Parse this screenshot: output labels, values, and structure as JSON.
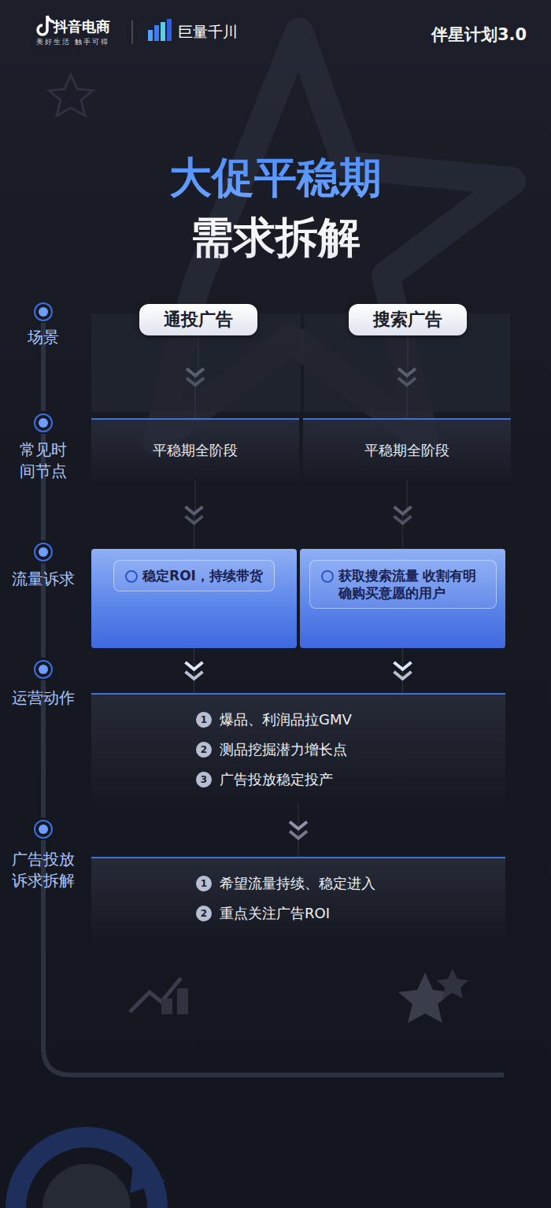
{
  "diagram": {
    "title": "大促平稳期 需求拆解",
    "nodes": [
      {
        "text": [
          "通投广告"
        ]
      },
      {
        "text": [
          "搜索广告"
        ]
      },
      {
        "text": [
          "平稳期全阶段"
        ]
      },
      {
        "text": [
          "平稳期全阶段"
        ]
      },
      {
        "text": [
          "稳定ROI，持续带货"
        ]
      },
      {
        "text": [
          "获取搜索流量 收割有明确购买意愿的用户"
        ]
      },
      {
        "text": [
          "爆品、利润品拉GMV",
          "测品挖掘潜力增长点",
          "广告投放稳定投产"
        ]
      },
      {
        "text": [
          "希望流量持续、稳定进入",
          "重点关注广告ROI"
        ]
      }
    ],
    "edges": [
      {
        "from": 0,
        "to": 2,
        "arrow": "to"
      },
      {
        "from": 1,
        "to": 3,
        "arrow": "to"
      },
      {
        "from": 2,
        "to": 4,
        "arrow": "to"
      },
      {
        "from": 3,
        "to": 5,
        "arrow": "to"
      },
      {
        "from": 4,
        "to": 6,
        "arrow": "to"
      },
      {
        "from": 5,
        "to": 6,
        "arrow": "to"
      },
      {
        "from": 6,
        "to": 7,
        "arrow": "to"
      }
    ],
    "labels": [
      "抖音电商",
      "美好生活 触手可得",
      "巨量千川",
      "伴星计划3.0",
      "场景",
      "常见时间节点",
      "流量诉求",
      "运营动作",
      "广告投放诉求拆解",
      "1",
      "2",
      "3",
      "1",
      "2"
    ]
  }
}
